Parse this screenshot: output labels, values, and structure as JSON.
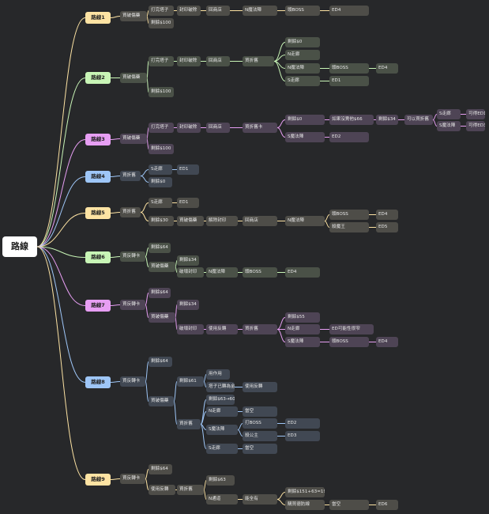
{
  "root": {
    "label": "路線"
  },
  "colors": {
    "yellow": "#fde3a3",
    "green": "#c8f5b6",
    "purple": "#e79ef3",
    "blue": "#9ec6f7"
  },
  "routes": [
    {
      "label": "路線1",
      "nodes": [
        "買破傷藥",
        "打完塔子",
        "封印破除",
        "回商店",
        "N魔法陣",
        "頭BOSS",
        "ED4",
        "剩餘$100"
      ]
    },
    {
      "label": "路線2",
      "nodes": [
        "買破傷藥",
        "打完塔子",
        "封印破除",
        "回商店",
        "買折舊",
        "剩餘$0",
        "N走廊",
        "N魔法陣",
        "頭BOSS",
        "ED4",
        "S走廊",
        "ED1",
        "剩餘$100"
      ]
    },
    {
      "label": "路線3",
      "nodes": [
        "買破傷藥",
        "打完塔子",
        "封印破除",
        "回商店",
        "買折舊卡",
        "剩餘$0",
        "如果沒賣他$66",
        "剩餘$34",
        "可以買折舊",
        "S走廊",
        "可得ED1",
        "S魔法陣",
        "可得ED3",
        "S魔法陣",
        "ED2",
        "剩餘$100"
      ]
    },
    {
      "label": "路線4",
      "nodes": [
        "買折舊",
        "S走廊",
        "ED1",
        "剩餘$0"
      ]
    },
    {
      "label": "路線5",
      "nodes": [
        "買折舊",
        "S走廊",
        "ED1",
        "剩餘$30",
        "買破傷藥",
        "解除封印",
        "回商店",
        "N魔法陣",
        "頭BOSS",
        "ED4",
        "殺魔王",
        "ED5"
      ]
    },
    {
      "label": "路線6",
      "nodes": [
        "買反轉卡",
        "剩餘$64",
        "買破傷藥",
        "剩餘$34",
        "破壞封印",
        "N魔法陣",
        "頭BOSS",
        "ED4"
      ]
    },
    {
      "label": "路線7",
      "nodes": [
        "買反轉卡",
        "剩餘$64",
        "買破傷藥",
        "剩餘$34",
        "破壞封印",
        "使用反轉",
        "買折舊",
        "剩餘$55",
        "N走廊",
        "ED可能性很窄",
        "S魔法陣",
        "頭BOSS",
        "ED4"
      ]
    },
    {
      "label": "路線8",
      "nodes": [
        "買反轉卡",
        "剩餘$64",
        "買破傷藥",
        "剩餘$61",
        "用作用",
        "塔子已轉為金幣",
        "使用反轉",
        "買折舊",
        "剩餘$63→60",
        "N走廊",
        "當空",
        "S魔法陣",
        "打BOSS",
        "ED2",
        "殺公主",
        "ED3",
        "S走廊",
        "當空"
      ]
    },
    {
      "label": "路線9",
      "nodes": [
        "買反轉卡",
        "剩餘$64",
        "使用反轉",
        "買折舊",
        "剩餘$63",
        "N通道",
        "能全有",
        "剩餘$151+63=194",
        "購買德防線",
        "當空",
        "ED6"
      ]
    }
  ]
}
